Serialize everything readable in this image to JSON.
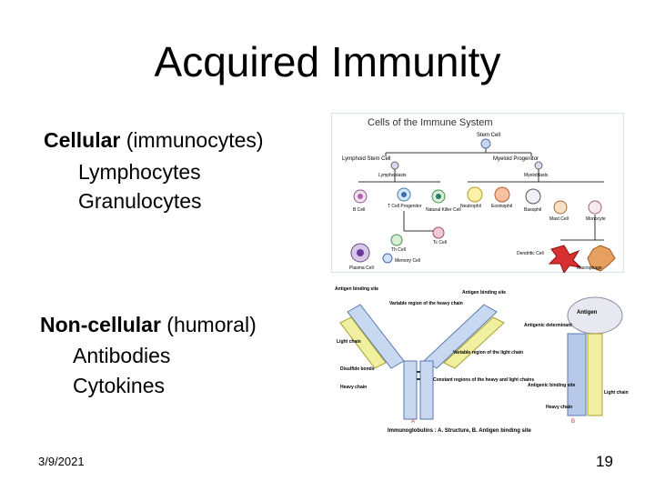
{
  "slide": {
    "title": "Acquired Immunity",
    "cellular": {
      "heading_bold": "Cellular",
      "heading_rest": " (immunocytes)",
      "items": [
        "Lymphocytes",
        "Granulocytes"
      ]
    },
    "noncellular": {
      "heading_bold": "Non-cellular",
      "heading_rest": " (humoral)",
      "items": [
        "Antibodies",
        "Cytokines"
      ]
    },
    "date": "3/9/2021",
    "page_number": "19"
  },
  "figure_immune_cells": {
    "title": "Cells of the Immune System",
    "labels": {
      "stem_cell": "Stem Cell",
      "lymphoid": "Lymphoid Stem Cell",
      "myeloid": "Myeloid Progenitor",
      "lymphoblasts": "Lymphoblasts",
      "myeloblasts": "Myeloblasts",
      "t_cell_progenitor": "T Cell Progenitor",
      "natural_killer": "Natural Killer Cell",
      "b_cell": "B Cell",
      "neutrophil": "Neutrophil",
      "eosinophil": "Eosinophil",
      "basophil": "Basophil",
      "mast_cell": "Mast Cell",
      "monocyte": "Monocyte",
      "th_cell": "Th Cell",
      "tc_cell": "Tc Cell",
      "plasma_cell": "Plasma Cell",
      "memory_cell": "Memory Cell",
      "dendritic_cell": "Dendritic Cell",
      "macrophage": "Macrophage"
    }
  },
  "figure_antibody": {
    "labels": {
      "antigen_binding_site_left": "Antigen binding site",
      "antigen_binding_site_right": "Antigen binding site",
      "variable_heavy": "Variable region of the heavy chain",
      "light_chain_left": "Light chain",
      "variable_light": "Variable region of the light chain",
      "disulfide": "Disulfide bonds",
      "heavy_chain_left": "Heavy chain",
      "constant_regions": "Constant regions of the heavy and light chains",
      "antigen": "Antigen",
      "antigenic_determinant": "Antigenic determinant",
      "antigenic_binding_site": "Antigenic binding site",
      "heavy_chain_right": "Heavy chain",
      "light_chain_right": "Light chain",
      "panel_a": "A",
      "panel_b": "B",
      "caption": "Immunoglobulins : A. Structure, B. Antigen binding site"
    }
  }
}
